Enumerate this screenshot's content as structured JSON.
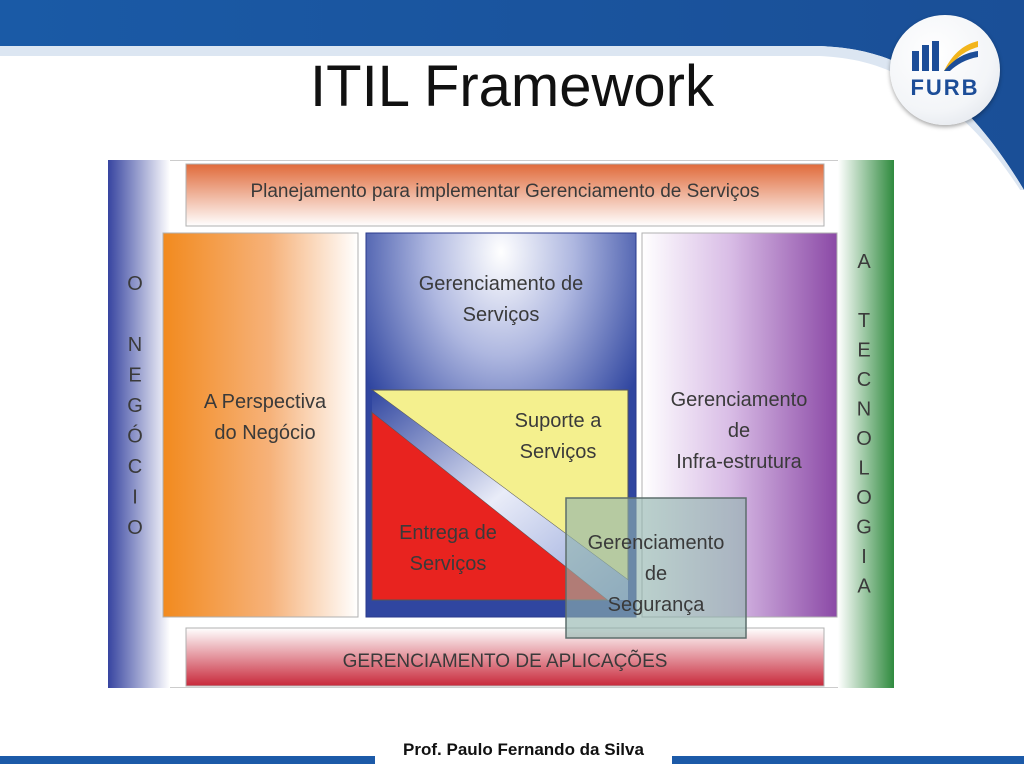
{
  "slide": {
    "title": "ITIL Framework",
    "footer": "Prof. Paulo Fernando da Silva"
  },
  "logo": {
    "text": "FURB",
    "colors": {
      "blue": "#1c4d98",
      "yellow": "#f2b51d"
    }
  },
  "diagram": {
    "top_bar": "Planejamento para implementar Gerenciamento de Serviços",
    "bottom_bar": "GERENCIAMENTO DE APLICAÇÕES",
    "left_side_letters": [
      "O",
      "",
      "N",
      "E",
      "G",
      "Ó",
      "C",
      "I",
      "O"
    ],
    "right_side_letters": [
      "A",
      "",
      "T",
      "E",
      "C",
      "N",
      "O",
      "L",
      "O",
      "G",
      "I",
      "A"
    ],
    "business_perspective": [
      "A Perspectiva",
      "do Negócio"
    ],
    "service_management": [
      "Gerenciamento de",
      "Serviços"
    ],
    "service_support": [
      "Suporte a",
      "Serviços"
    ],
    "service_delivery": [
      "Entrega de",
      "Serviços"
    ],
    "infrastructure": [
      "Gerenciamento",
      "de",
      "Infra-estrutura"
    ],
    "security": [
      "Gerenciamento",
      "de",
      "Segurança"
    ],
    "colors": {
      "orange": "#f28a1e",
      "blue": "#3046a0",
      "yellow": "#f4f08e",
      "red": "#e8231f",
      "purple": "#8b49a6",
      "green": "#2f8a3e",
      "security_box": "#8fb3ad"
    }
  }
}
